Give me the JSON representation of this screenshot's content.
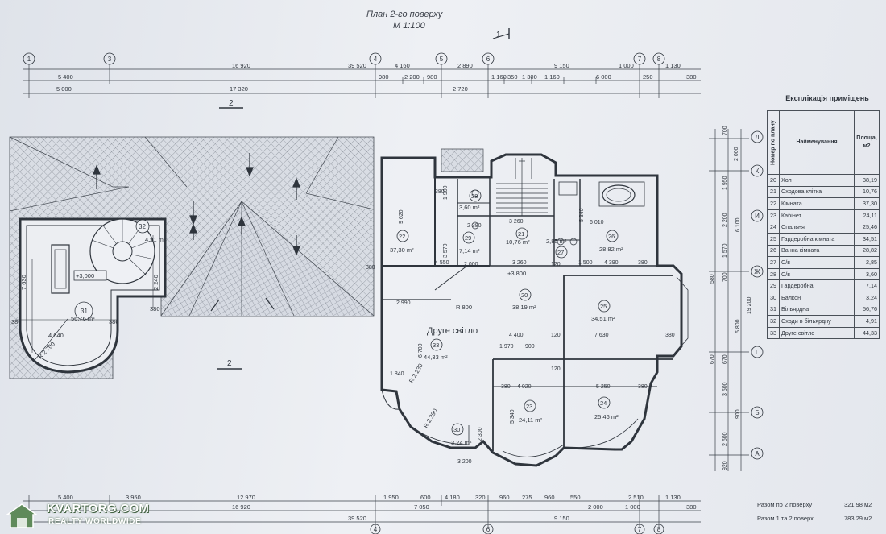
{
  "title": "План 2-го поверху",
  "scale": "М 1:100",
  "section_marks": [
    "1",
    "2",
    "2"
  ],
  "axes_top": [
    "1",
    "3",
    "4",
    "5",
    "6",
    "7",
    "8"
  ],
  "axes_bottom": [
    "4",
    "6",
    "7",
    "8"
  ],
  "axes_right": [
    "Л",
    "К",
    "И",
    "Ж",
    "Г",
    "Б",
    "А"
  ],
  "dims_top": {
    "row1": [
      "16 920",
      "39 520",
      "4 160",
      "2 890",
      "9 150",
      "1 000",
      "1 130"
    ],
    "row2": [
      "5 400",
      "980",
      "2 200",
      "980",
      "1 160",
      "350",
      "1 300",
      "1 160",
      "6 000",
      "250",
      "380"
    ],
    "row3": [
      "5 000",
      "17 320",
      "2 720"
    ]
  },
  "dims_bottom": {
    "row1": [
      "5 400",
      "3 950",
      "12 970",
      "1 950",
      "600",
      "4 180",
      "320",
      "960",
      "275",
      "960",
      "550",
      "2 510",
      "1 130"
    ],
    "row2": [
      "16 920",
      "7 050",
      "2 000",
      "1 000",
      "380"
    ],
    "row3": [
      "39 520",
      "9 150"
    ]
  },
  "dims_right": [
    "700",
    "2 000",
    "1 950",
    "2 200",
    "6 100",
    "1 570",
    "580",
    "700",
    "5 800",
    "670",
    "670",
    "3 500",
    "900",
    "2 600",
    "920",
    "19 200"
  ],
  "rooms": [
    {
      "num": "20",
      "area": "38,19 m²"
    },
    {
      "num": "21",
      "area": "10,76 m²"
    },
    {
      "num": "22",
      "area": "37,30 m²"
    },
    {
      "num": "23",
      "area": "24,11 m²"
    },
    {
      "num": "24",
      "area": "25,46 m²"
    },
    {
      "num": "25",
      "area": "34,51 m²"
    },
    {
      "num": "26",
      "area": "28,82 m²"
    },
    {
      "num": "27",
      "area": "2,85 m²"
    },
    {
      "num": "28",
      "area": "3,60 m²"
    },
    {
      "num": "29",
      "area": "7,14 m²"
    },
    {
      "num": "30",
      "area": "3,24 m²"
    },
    {
      "num": "31",
      "area": "56,76 m²"
    },
    {
      "num": "32",
      "area": "4,91 m²"
    },
    {
      "num": "33",
      "area": "44,33 m²"
    }
  ],
  "labels": {
    "second_light": "Друге світло",
    "level_1": "+3,000",
    "level_2": "+3,800",
    "radius_1": "R 800",
    "radius_2": "R 2 700",
    "radius_3": "R 2 230",
    "radius_4": "R 2 390"
  },
  "interior_dims": [
    "3 260",
    "3 260",
    "4 550",
    "1 500",
    "4 390",
    "2 990",
    "4 400",
    "7 630",
    "1 970",
    "900",
    "4 020",
    "5 250",
    "3 200",
    "1 840",
    "6 010",
    "2 380",
    "2 000",
    "1 900",
    "3 570",
    "5 340",
    "5 340",
    "2 300",
    "6 700",
    "4 640",
    "7 630",
    "2 240",
    "9 620"
  ],
  "explication": {
    "title": "Експлікація приміщень",
    "col_num": "Номер по плану",
    "col_name": "Найменування",
    "col_area": "Площа, м2",
    "rows": [
      {
        "num": "20",
        "name": "Хол",
        "area": "38,19"
      },
      {
        "num": "21",
        "name": "Сходова клітка",
        "area": "10,76"
      },
      {
        "num": "22",
        "name": "Кімната",
        "area": "37,30"
      },
      {
        "num": "23",
        "name": "Кабінет",
        "area": "24,11"
      },
      {
        "num": "24",
        "name": "Спальня",
        "area": "25,46"
      },
      {
        "num": "25",
        "name": "Гардеробна кімната",
        "area": "34,51"
      },
      {
        "num": "26",
        "name": "Ванна кімната",
        "area": "28,82"
      },
      {
        "num": "27",
        "name": "С/в",
        "area": "2,85"
      },
      {
        "num": "28",
        "name": "С/в",
        "area": "3,60"
      },
      {
        "num": "29",
        "name": "Гардеробна",
        "area": "7,14"
      },
      {
        "num": "30",
        "name": "Балкон",
        "area": "3,24"
      },
      {
        "num": "31",
        "name": "Більярдна",
        "area": "56,76"
      },
      {
        "num": "32",
        "name": "Сходи в більярдну",
        "area": "4,91"
      },
      {
        "num": "33",
        "name": "Друге світло",
        "area": "44,33"
      }
    ]
  },
  "totals": [
    {
      "label": "Разом по 2 поверху",
      "value": "321,98 м2"
    },
    {
      "label": "Разом 1 та 2 поверх",
      "value": "783,29 м2"
    }
  ],
  "watermark": {
    "line1": "KVARTORG.COM",
    "line2": "REALTY WORLDWIDE"
  },
  "colors": {
    "ink": "#2f353d",
    "paper": "#e9ecf1",
    "watermark": "#5f8a5a"
  }
}
